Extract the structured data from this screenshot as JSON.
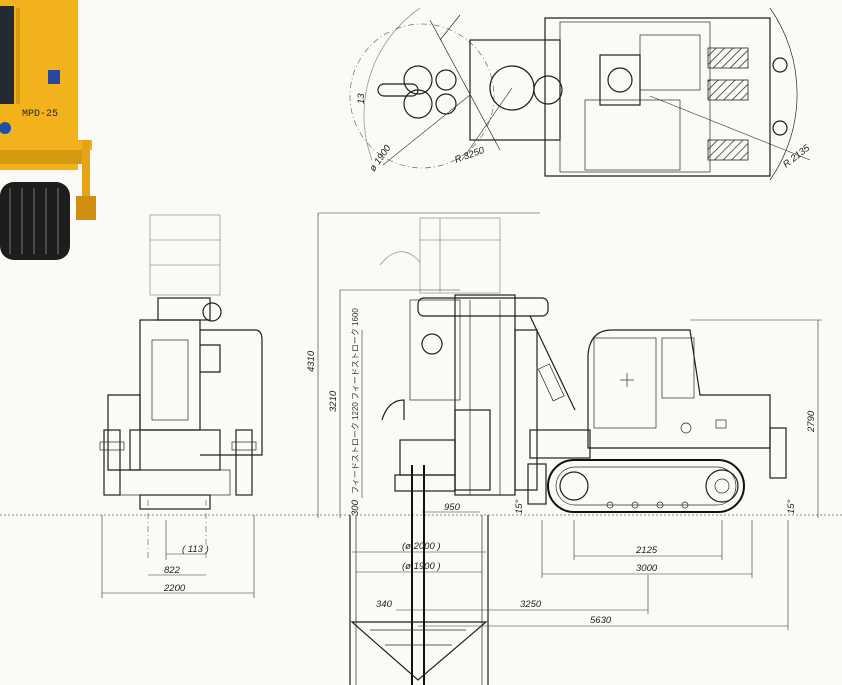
{
  "photo": {
    "model_label": "MPD-25",
    "colors": {
      "body": "#f2b21c",
      "track": "#1d1d1d",
      "glass": "#232a33"
    }
  },
  "top_view": {
    "dims": {
      "d1900": "ø 1900",
      "r3250": "R 3250",
      "r2135": "R 2135",
      "v13": "13"
    }
  },
  "front_view": {
    "dims": {
      "d113": "( 113 )",
      "d822": "822",
      "d2200": "2200"
    }
  },
  "side_view": {
    "dims": {
      "h4310": "4310",
      "h3210": "3210",
      "h2790": "2790",
      "h300": "300",
      "stroke1600": "フィードストローク 1600",
      "stroke1220": "フィードストローク 1220",
      "d2000": "(ø 2000 )",
      "d1900b": "(ø 1900 )",
      "w950": "950",
      "w2125": "2125",
      "w3000": "3000",
      "w3250": "3250",
      "w340": "340",
      "w5630": "5630",
      "ang15a": "15°",
      "ang15b": "15°"
    }
  },
  "colors": {
    "line": "#1f1f1f",
    "paper": "#fbfaf7"
  }
}
